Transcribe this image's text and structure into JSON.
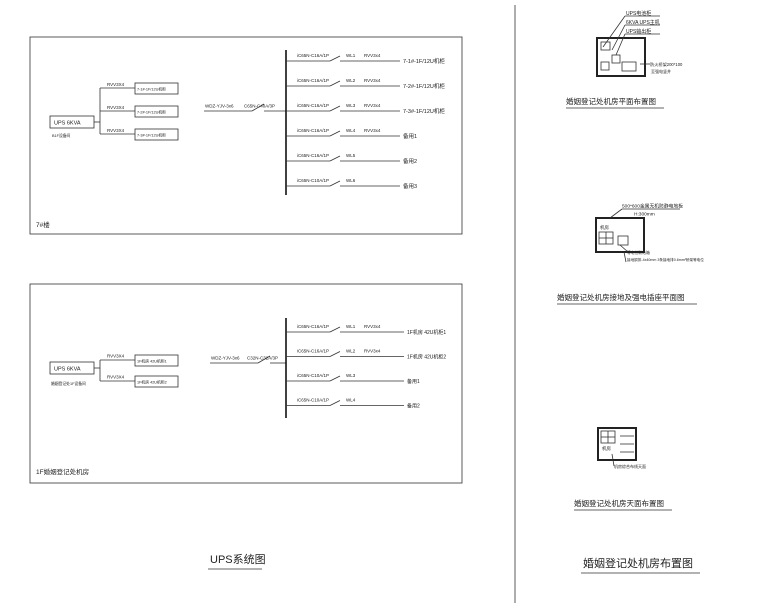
{
  "panel1": {
    "frame_label": "7#楼",
    "ups_label": "UPS 6KVA",
    "ups_sublabel": "B1F设备间",
    "branch_cable": "RVV3X4",
    "branches": [
      "7-1#-1F/12U机柜",
      "7-2#-1F/12U机柜",
      "7-3#-1F/12U机柜"
    ],
    "main_feeder": "WDZ-YJV-3x6",
    "main_breaker": "C65N-C40A/3P",
    "circuits": [
      {
        "breaker": "iC65N-C16A/1P",
        "wl": "WL1",
        "cable": "RVV3x4",
        "dest": "7-1#-1F/12U机柜"
      },
      {
        "breaker": "iC65N-C16A/1P",
        "wl": "WL2",
        "cable": "RVV3x4",
        "dest": "7-2#-1F/12U机柜"
      },
      {
        "breaker": "iC65N-C16A/1P",
        "wl": "WL3",
        "cable": "RVV3x4",
        "dest": "7-3#-1F/12U机柜"
      },
      {
        "breaker": "iC65N-C16A/1P",
        "wl": "WL4",
        "cable": "RVV3x4",
        "dest": "备用1"
      },
      {
        "breaker": "iC65N-C16A/1P",
        "wl": "WL5",
        "cable": "",
        "dest": "备用2"
      },
      {
        "breaker": "iC65N-C10A/1P",
        "wl": "WL6",
        "cable": "",
        "dest": "备用3"
      }
    ]
  },
  "panel2": {
    "frame_label": "1F婚姻登记处机房",
    "ups_label": "UPS 6KVA",
    "ups_sublabel": "婚姻登记处1F设备间",
    "branch_cable": "RVV3X4",
    "branches": [
      "1F机房 42U机柜1",
      "1F机房 42U机柜2"
    ],
    "main_feeder": "WDZ-YJV-3x6",
    "main_breaker": "C32N-C32A/3P",
    "circuits": [
      {
        "breaker": "iC65N-C16A/1P",
        "wl": "WL1",
        "cable": "RVV3x4",
        "dest": "1F机房 42U机柜1"
      },
      {
        "breaker": "iC65N-C16A/1P",
        "wl": "WL2",
        "cable": "RVV3x4",
        "dest": "1F机房 42U机柜2"
      },
      {
        "breaker": "iC65N-C10A/1P",
        "wl": "WL3",
        "cable": "",
        "dest": "备用1"
      },
      {
        "breaker": "iC65N-C10A/1P",
        "wl": "WL4",
        "cable": "",
        "dest": "备用2"
      }
    ]
  },
  "left_title": "UPS系统图",
  "right_title": "婚姻登记处机房布置图",
  "plans": {
    "plan1": {
      "caption": "婚姻登记处机房平面布置图",
      "callouts": [
        "UPS电池柜",
        "6KVA UPS主机",
        "UPS输出柜"
      ],
      "note_a": "防火桥架200*100",
      "note_b": "至强电竖井"
    },
    "plan2": {
      "caption": "婚姻登记处机房接地及强电插座平面图",
      "callouts": [
        "500*600金属无机防静电地板",
        "H:300mm"
      ],
      "room_label": "机房",
      "note_a": "等电位联结箱",
      "note_b": "接地铜排-4x40mm 3条接地排0.6mm²桥架等电位"
    },
    "plan3": {
      "caption": "婚姻登记处机房天面布置图",
      "room_label": "机房",
      "note_a": "机房综合布线天面"
    }
  }
}
